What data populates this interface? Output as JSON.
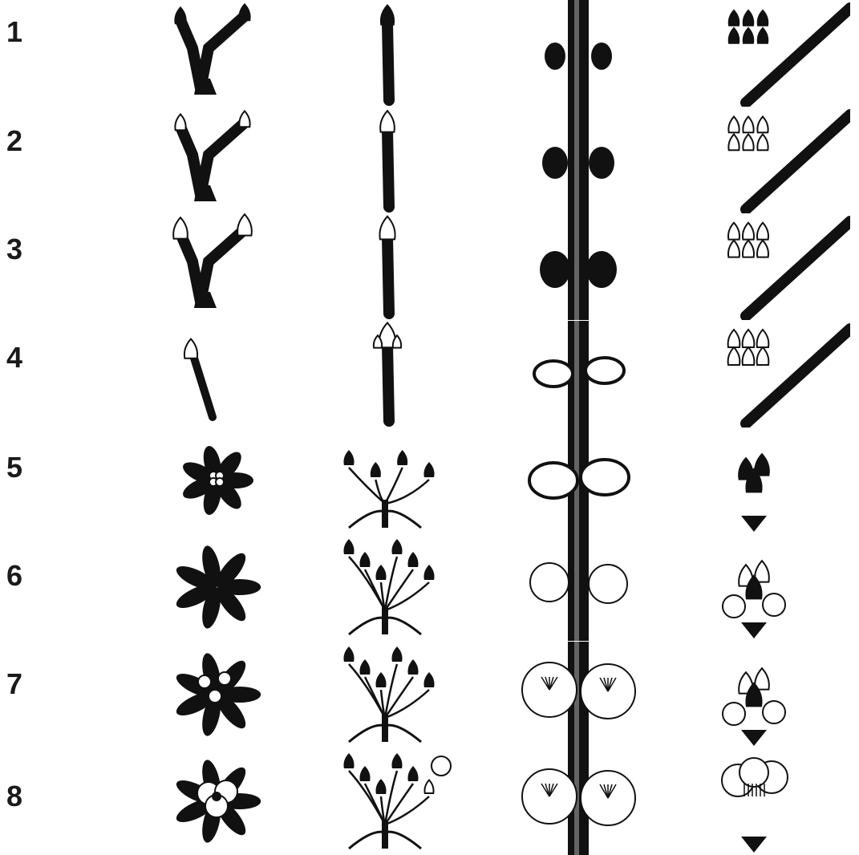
{
  "stages": [
    {
      "label": "1"
    },
    {
      "label": "2"
    },
    {
      "label": "3"
    },
    {
      "label": "4"
    },
    {
      "label": "5"
    },
    {
      "label": "6"
    },
    {
      "label": "7"
    },
    {
      "label": "8"
    }
  ],
  "columns": [
    "forked-twig-bud",
    "single-stem-bud",
    "opposite-bud-stem",
    "bud-cluster-branch"
  ],
  "colors": {
    "ink": "#111111",
    "paper": "#ffffff",
    "label": "#1a1a1a"
  }
}
